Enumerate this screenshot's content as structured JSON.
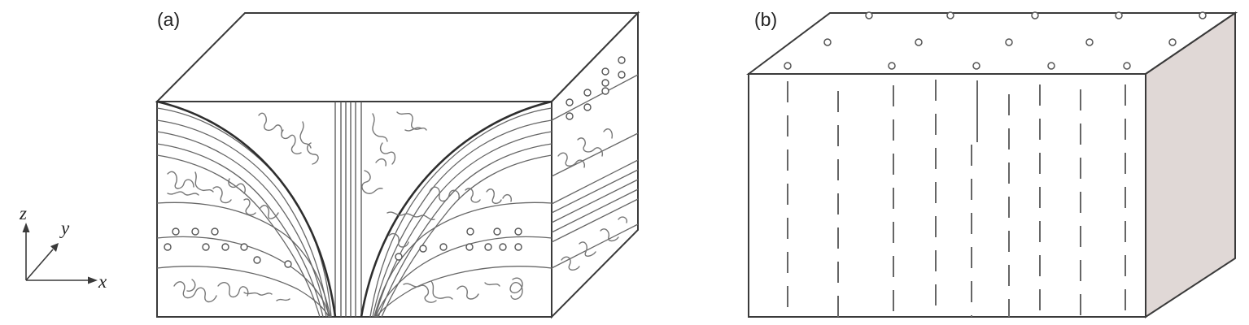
{
  "panels": {
    "a": {
      "label": "(a)"
    },
    "b": {
      "label": "(b)"
    }
  },
  "axes": {
    "z": "z",
    "y": "y",
    "x": "x"
  },
  "colors": {
    "outline": "#3a3a3a",
    "line": "#666666",
    "fiber": "#777777",
    "side_fill": "#e0d8d6",
    "background": "#ffffff"
  }
}
